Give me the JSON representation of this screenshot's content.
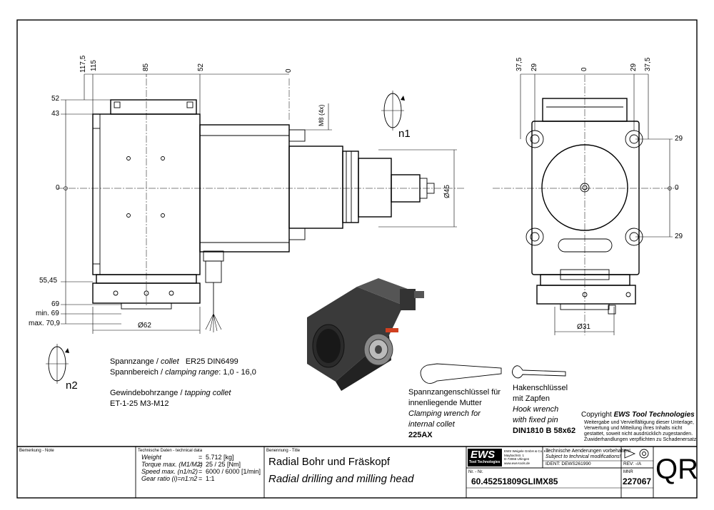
{
  "dimensions_left": {
    "top": [
      "117,5",
      "115",
      "85",
      "52",
      "0"
    ],
    "side": [
      "52",
      "43",
      "0",
      "55,45",
      "69",
      "min. 69",
      "max. 70,9"
    ],
    "bottom": "Ø62",
    "thread": "M8 (4x)",
    "diameter": "Ø45"
  },
  "dimensions_right": {
    "top": [
      "37,5",
      "29",
      "0",
      "29",
      "37,5"
    ],
    "side": [
      "29",
      "0",
      "29"
    ],
    "bottom": "Ø31"
  },
  "rotation_labels": {
    "n1": "n1",
    "n2": "n2"
  },
  "specs": {
    "line1_de": "Spannzange /",
    "line1_en": "collet",
    "line1_val": "ER25    DIN6499",
    "line2_de": "Spannbereich /",
    "line2_en": "clamping range",
    "line2_val": ": 1,0 - 16,0",
    "line3_de": "Gewindebohrzange /",
    "line3_en": "tapping collet",
    "line4": "ET-1-25    M3-M12"
  },
  "wrench1": {
    "de1": "Spannzangenschlüssel für",
    "de2": "innenliegende Mutter",
    "en1": "Clamping wrench for",
    "en2": "internal collet",
    "code": "225AX"
  },
  "wrench2": {
    "de1": "Hakenschlüssel",
    "de2": "mit Zapfen",
    "en1": "Hook wrench",
    "en2": "with fixed pin",
    "code": "DIN1810  B  58x62"
  },
  "copyright": {
    "title_prefix": "Copyright ",
    "title_brand": "EWS Tool Technologies",
    "l1": "Weitergabe und Vervielfältigung dieser Unterlage,",
    "l2": "Verwertung und Mitteilung ihres Inhalts nicht",
    "l3": "gestattet, soweit nicht ausdrücklich zugestanden.",
    "l4": "Zuwiderhandlungen verpflichten zu Schadenersatz."
  },
  "title_block": {
    "remark_label": "Bemerkung - Note",
    "tech_label": "Technische Daten - technical data",
    "weight_label": "Weight",
    "weight_val": "5.712 [kg]",
    "torque_label": "Torque max. (M1/M2)",
    "torque_val": "25 / 25 [Nm]",
    "speed_label": "Speed max. (n1/n2)",
    "speed_val": "6000 / 6000 [1/min]",
    "ratio_label": "Gear ratio  (i)=n1:n2",
    "ratio_val": "1:1",
    "title_label": "Benennung - Title",
    "title_de": "Radial Bohr und Fräskopf",
    "title_en": "Radial drilling and milling head",
    "logo": "EWS",
    "logo_sub": "Tool Technologies",
    "company1": "EWS Weigele GmbH & Co. KG",
    "company2": "Maybachstr. 1",
    "company3": "D-73066 Uhingen",
    "company4": "www.ews-tools.de",
    "change_note1": "Technische Aenderungen vorbehalten!",
    "change_note2": "Subject to technical modifications!",
    "ident": "IDENT:  DEWS261990",
    "rev": "REV:  -/A",
    "nr_label": "Nr. - Nr.",
    "part_no": "60.45251809GLIMX85",
    "mnr_label": "MNR",
    "mnr": "227067",
    "qr": "QR"
  }
}
